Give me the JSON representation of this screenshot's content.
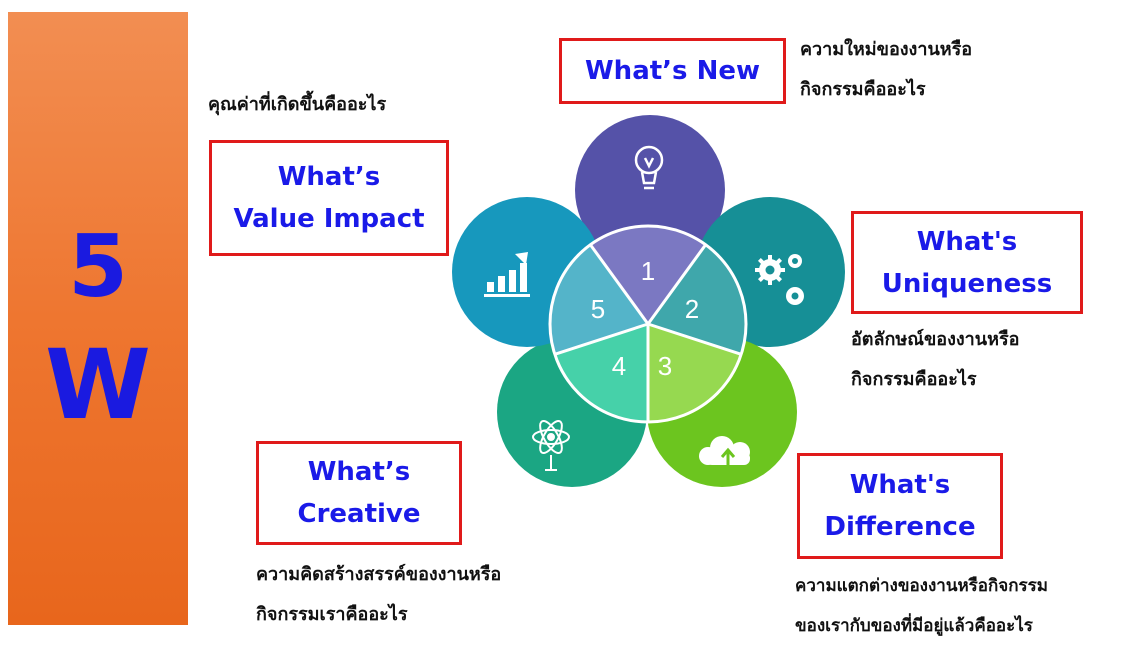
{
  "title": {
    "number": "5",
    "letter": "W"
  },
  "boxes": {
    "new": {
      "label": "What’s New"
    },
    "value": {
      "line1": "What’s",
      "line2": "Value Impact"
    },
    "uniqueness": {
      "line1": "What's",
      "line2": "Uniqueness"
    },
    "creative": {
      "line1": "What’s",
      "line2": "Creative"
    },
    "difference": {
      "line1": "What's",
      "line2": "Difference"
    }
  },
  "captions": {
    "new": {
      "line1": "ความใหม่ของงานหรือ",
      "line2": "กิจกรรมคืออะไร"
    },
    "value": {
      "line1": "คุณค่าที่เกิดขึ้นคืออะไร"
    },
    "uniqueness": {
      "line1": "อัตลักษณ์ของงานหรือ",
      "line2": "กิจกรรมคืออะไร"
    },
    "creative": {
      "line1": "ความคิดสร้างสรรค์ของงานหรือ",
      "line2": "กิจกรรมเราคืออะไร"
    },
    "difference": {
      "line1": "ความแตกต่างของงานหรือกิจกรรม",
      "line2": "ของเรากับของที่มีอยู่แล้วคืออะไร"
    }
  },
  "petals": [
    {
      "number": "1",
      "icon": "lightbulb-icon",
      "color": "#5552a8"
    },
    {
      "number": "2",
      "icon": "gears-icon",
      "color": "#168f96"
    },
    {
      "number": "3",
      "icon": "cloud-upload-icon",
      "color": "#6cc51f"
    },
    {
      "number": "4",
      "icon": "atom-icon",
      "color": "#1ba683"
    },
    {
      "number": "5",
      "icon": "growth-chart-icon",
      "color": "#1798bd"
    }
  ],
  "colors": {
    "accent_blue": "#1a1ae8",
    "box_border": "#e01a1a",
    "sidebar": "#ee7630"
  }
}
